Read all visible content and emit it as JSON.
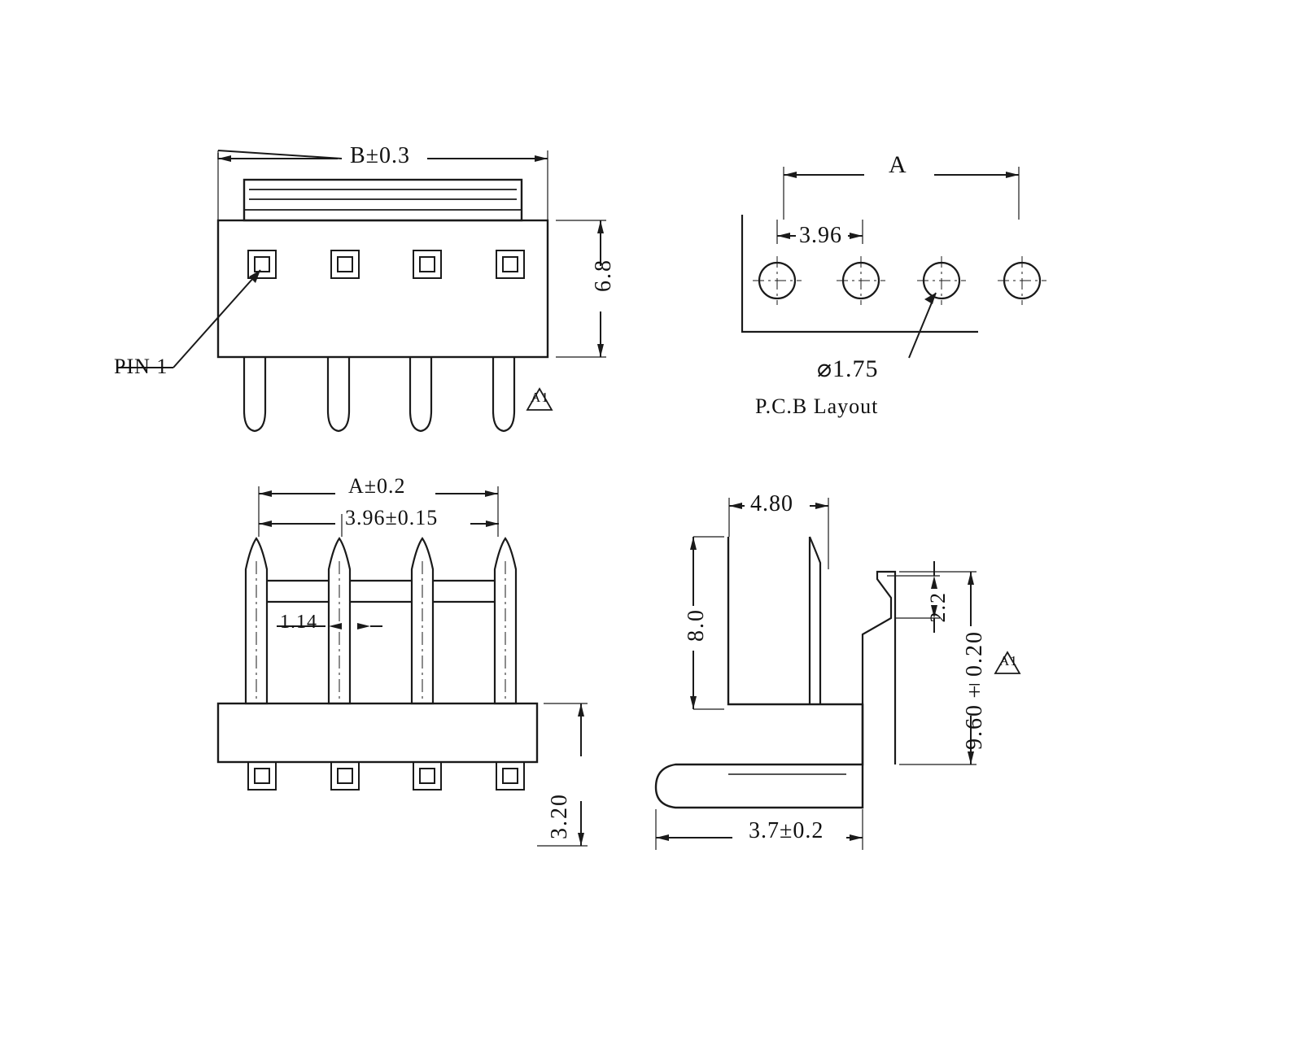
{
  "drawing": {
    "title": "Connector mechanical drawing",
    "views": {
      "top_left": {
        "name": "front-view",
        "width_dim": "B±0.3",
        "height_dim": "6.8",
        "pin_callout": "PIN 1",
        "note_symbol": "A1"
      },
      "top_right": {
        "name": "pcb-layout-view",
        "overall_dim": "A",
        "pitch_dim": "3.96",
        "hole_dim": "⌀1.75",
        "caption": "P.C.B Layout"
      },
      "bottom_left": {
        "name": "bottom-view",
        "overall_dim": "A±0.2",
        "pitch_dim": "3.96±0.15",
        "pin_width_dim": "1.14",
        "height_dim": "3.20"
      },
      "bottom_right": {
        "name": "side-view",
        "top_dim": "4.80",
        "left_dim": "8.0",
        "small_dim": "2.2",
        "right_dim": "9.60±0.20",
        "bottom_dim": "3.7±0.2",
        "note_symbol": "A1"
      }
    },
    "colors": {
      "line": "#1a1a1a",
      "background": "#ffffff"
    }
  }
}
